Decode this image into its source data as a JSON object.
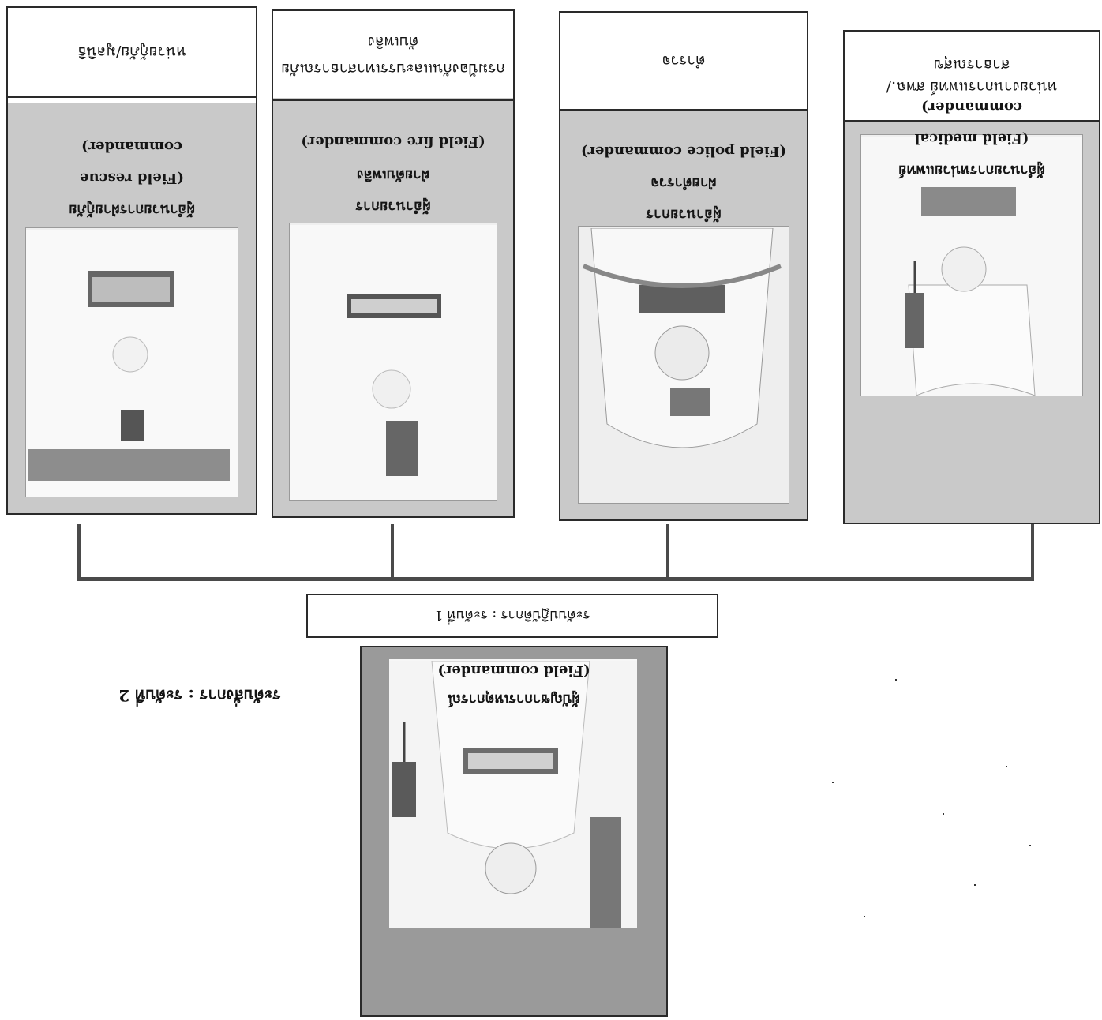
{
  "level1_caption": "ระดับปฏิบัติการ : ระดับที่ 1",
  "level2_caption": "ระดับสั่งการ : ระดับที่ 2",
  "field_commander": {
    "title": "ผู้บัญชาการเหตุการณ์",
    "english": "(Field commander)"
  },
  "units": [
    {
      "org": "หน่วยงานการแพทย์ สพฉ./สาธารณสุข",
      "role_thai": "ผู้อำนวยการหน่วยแพทย์",
      "role_en_line1": "(Field medical",
      "role_en_line2": "commander)"
    },
    {
      "org": "ตำรวจ",
      "role_thai_line1": "ผู้อำนวยการ",
      "role_thai_line2": "ฝ่ายตำรวจ",
      "role_en": "(Field police commander)"
    },
    {
      "org_line1": "กรมป้องกันและบรรเทาสาธารณภัย",
      "org_line2": "ดับเพลิง",
      "role_thai_line1": "ผู้อำนวยการ",
      "role_thai_line2": "ฝ่ายดับเพลิง",
      "role_en": "(Field fire commander)"
    },
    {
      "org": "หน่วยกู้ภัย/มูลนิธิ",
      "role_thai": "ผู้อำนวยการฝ่ายกู้ภัย",
      "role_en_line1": "(Field rescue",
      "role_en_line2": "commander)"
    }
  ],
  "colors": {
    "border": "#2a2a2a",
    "role_band": "#c9c9c9",
    "lead_box": "#9a9a9a",
    "connector": "#4a4a4a"
  }
}
